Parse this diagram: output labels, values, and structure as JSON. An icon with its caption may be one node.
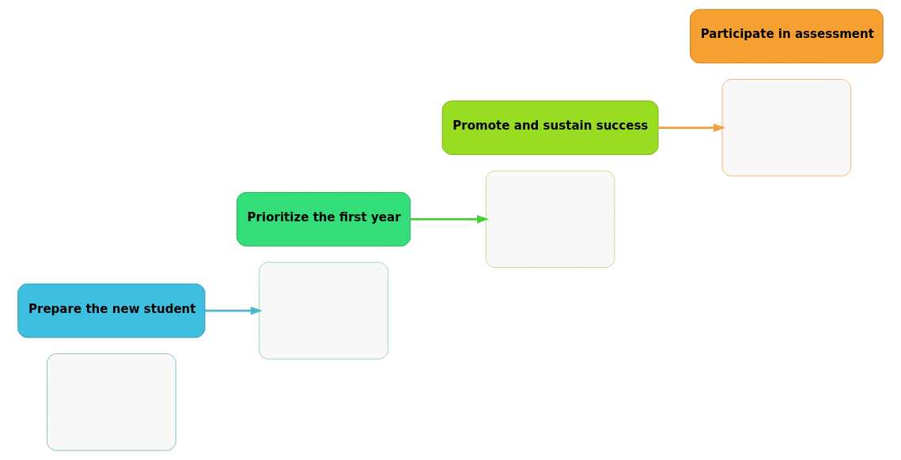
{
  "diagram": {
    "nodes": [
      {
        "text": [],
        "shape": "box"
      },
      {
        "text": [
          "Prepare the new student"
        ]
      },
      {
        "text": [],
        "shape": "box"
      },
      {
        "text": [
          "Prioritize the first year"
        ]
      },
      {
        "text": [],
        "shape": "box"
      },
      {
        "text": [
          "Promote and sustain success"
        ]
      },
      {
        "text": [],
        "shape": "box"
      },
      {
        "text": [
          "Participate in assessment"
        ]
      }
    ],
    "edges": [
      {
        "from": 1,
        "to": 2,
        "arrow": "to",
        "color": "#4bb8d0"
      },
      {
        "from": 3,
        "to": 4,
        "arrow": "to",
        "color": "#4ccf3a"
      },
      {
        "from": 5,
        "to": 6,
        "arrow": "to",
        "color": "#f0a040"
      }
    ]
  }
}
